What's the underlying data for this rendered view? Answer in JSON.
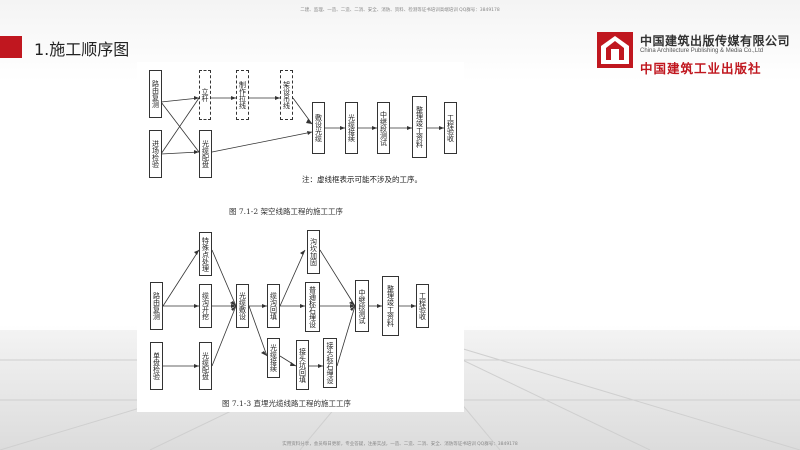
{
  "header": {
    "top_note": "二建、监理、一造、二造、二消、安全、消防、资料、检测等证书培训高端培训 QQ群号：3849178",
    "title": "1.施工顺序图"
  },
  "logo": {
    "cn_name": "中国建筑出版传媒有限公司",
    "en_name": "China Architecture Publishing & Media Co.,Ltd",
    "sub_name": "中国建筑工业出版社"
  },
  "figure1": {
    "boxes": [
      {
        "id": "lu_you_fu_ce",
        "text": "路由复测",
        "dashed": false
      },
      {
        "id": "li_gan",
        "text": "立杆",
        "dashed": true
      },
      {
        "id": "zhi_zuo_la_xian",
        "text": "制作拉线",
        "dashed": true
      },
      {
        "id": "jia_she_diao_xian",
        "text": "架设吊线",
        "dashed": true
      },
      {
        "id": "jin_chang_jian_yan",
        "text": "进场检验",
        "dashed": false
      },
      {
        "id": "guang_lan_pei_pan",
        "text": "光缆配盘",
        "dashed": false
      },
      {
        "id": "fu_she_guang_lan",
        "text": "敷设光缆",
        "dashed": false
      },
      {
        "id": "guang_lan_jie_xu",
        "text": "光缆接续",
        "dashed": false
      },
      {
        "id": "zhong_ji_duan_ce_shi",
        "text": "中继段测试",
        "dashed": false
      },
      {
        "id": "zheng_li_jun_gong_zi_liao",
        "text": "整理竣工资料",
        "dashed": false
      },
      {
        "id": "gong_cheng_yan_shou",
        "text": "工程验收",
        "dashed": false
      }
    ],
    "note": "注：虚线框表示可能不涉及的工序。",
    "caption": "图 7.1-2    架空线路工程的施工工序"
  },
  "figure2": {
    "boxes": [
      {
        "id": "lu_you_fu_ce",
        "text": "路由复测"
      },
      {
        "id": "te_shu_dian_chu_li",
        "text": "特殊点处理"
      },
      {
        "id": "lan_gou_kai_wa",
        "text": "缆沟开挖"
      },
      {
        "id": "dan_pan_jian_yan",
        "text": "单盘检验"
      },
      {
        "id": "guang_lan_pei_pan",
        "text": "光缆配盘"
      },
      {
        "id": "guang_lan_fu_she",
        "text": "光缆敷设"
      },
      {
        "id": "lan_gou_hui_tian",
        "text": "缆沟回填"
      },
      {
        "id": "guang_lan_jie_xu",
        "text": "光缆接续"
      },
      {
        "id": "gou_kan_jia_gu",
        "text": "沟坎加固"
      },
      {
        "id": "pu_tong_biao_shi_mai_she",
        "text": "普通标石埋设"
      },
      {
        "id": "jie_tou_keng_hui_tian",
        "text": "接头坑回填"
      },
      {
        "id": "jie_tou_biao_shi_mai_she",
        "text": "接头标石埋设"
      },
      {
        "id": "zhong_ji_duan_ce_shi",
        "text": "中继段测试"
      },
      {
        "id": "zheng_li_jun_gong_zi_liao",
        "text": "整理竣工资料"
      },
      {
        "id": "gong_cheng_yan_shou",
        "text": "工程验收"
      }
    ],
    "caption": "图 7.1-3    直埋光缆线路工程的施工工序"
  },
  "footer": {
    "bottom_note": "实用资料分享，会员每日更新，专业答疑，注册实战，一造、二造、二消、安全、消防等证书培训 QQ群号：3849178"
  }
}
